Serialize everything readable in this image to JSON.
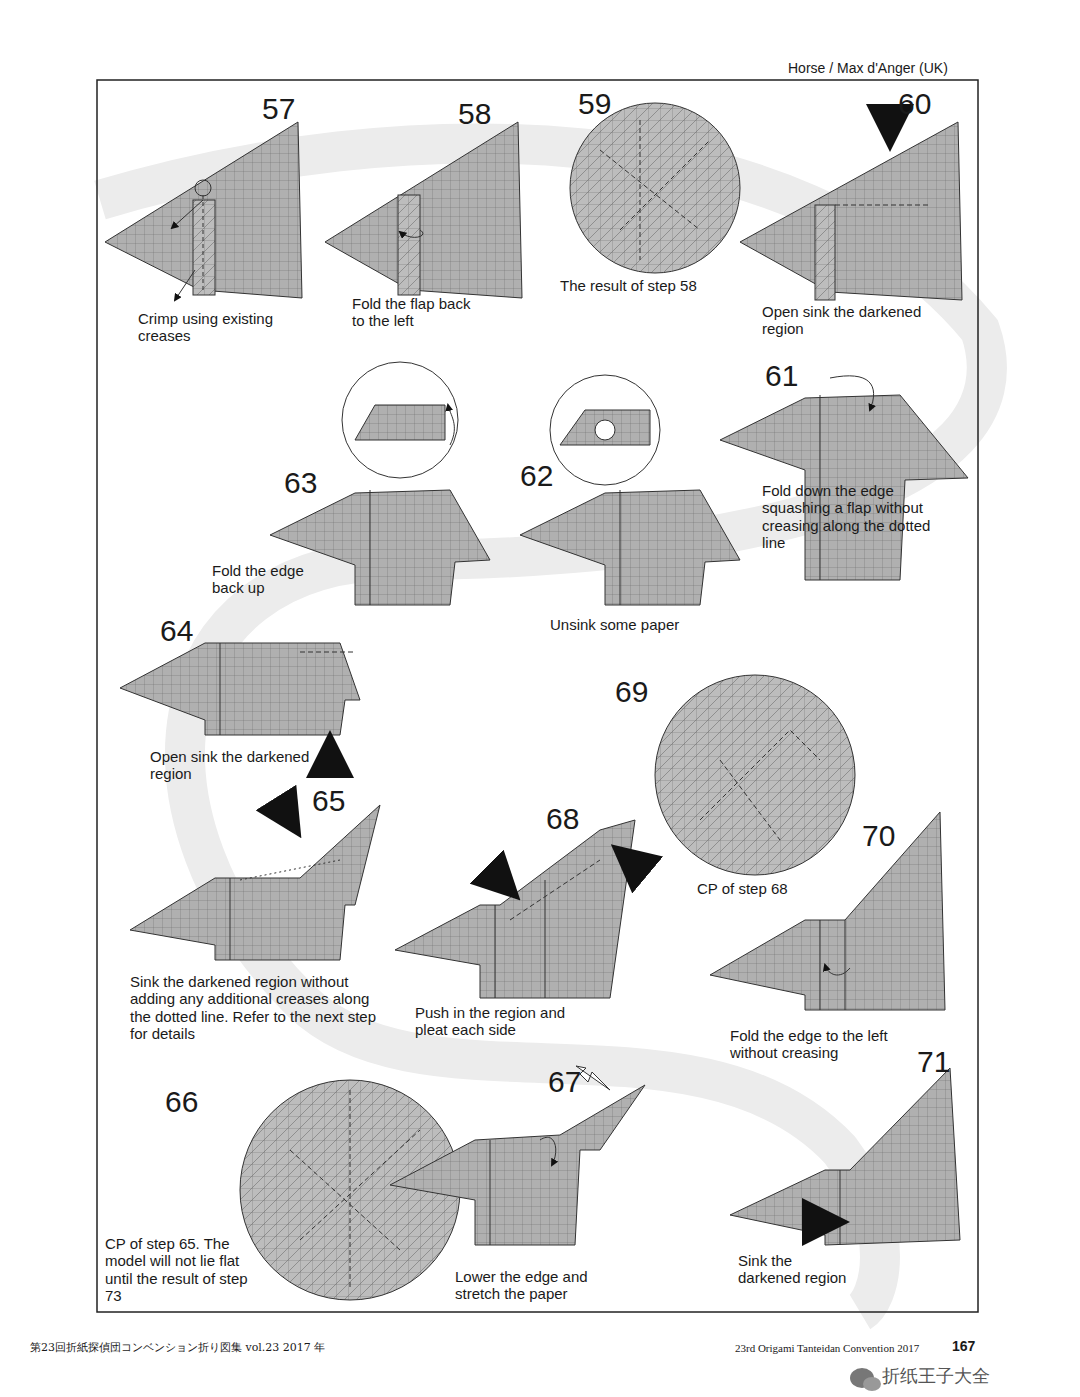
{
  "diagram": {
    "labels": [
      "Horse / Max d'Anger (UK)",
      "57",
      "Crimp using existing creases",
      "58",
      "Fold the flap back to the left",
      "59",
      "The result of step 58",
      "60",
      "Open sink the darkened region",
      "61",
      "Fold down the edge squashing a flap without creasing along the dotted line",
      "63",
      "Fold the edge back up",
      "62",
      "Unsink some paper",
      "64",
      "Open sink the darkened region",
      "65",
      "Sink the darkened region without adding any additional creases along the dotted line. Refer to the next step for details",
      "68",
      "Push in the region and pleat each side",
      "69",
      "CP of step 68",
      "70",
      "Fold the edge to the left without creasing",
      "71",
      "66",
      "CP of step 65. The model will not lie flat until the result of step 73",
      "67",
      "Lower the edge and stretch the paper",
      "Sink the darkened region",
      "第23回折紙探偵団コンベンション折り図集 vol.23 2017 年",
      "23rd Origami Tanteidan Convention 2017",
      "167",
      "折纸王子大全"
    ]
  }
}
